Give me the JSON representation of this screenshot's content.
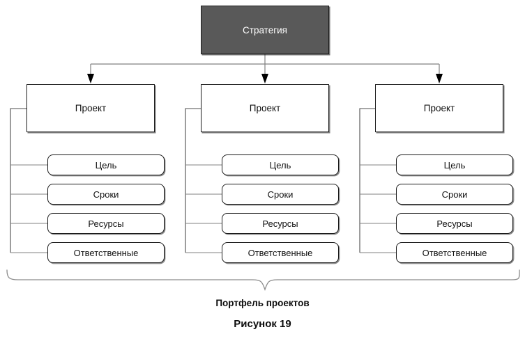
{
  "diagram": {
    "root": {
      "label": "Стратегия"
    },
    "columns": [
      {
        "project_label": "Проект",
        "attributes": [
          {
            "label": "Цель"
          },
          {
            "label": "Сроки"
          },
          {
            "label": "Ресурсы"
          },
          {
            "label": "Ответственные"
          }
        ]
      },
      {
        "project_label": "Проект",
        "attributes": [
          {
            "label": "Цель"
          },
          {
            "label": "Сроки"
          },
          {
            "label": "Ресурсы"
          },
          {
            "label": "Ответственные"
          }
        ]
      },
      {
        "project_label": "Проект",
        "attributes": [
          {
            "label": "Цель"
          },
          {
            "label": "Сроки"
          },
          {
            "label": "Ресурсы"
          },
          {
            "label": "Ответственные"
          }
        ]
      }
    ],
    "brace_label": "Портфель проектов",
    "figure_caption": "Рисунок 19",
    "colors": {
      "root_fill": "#595959",
      "root_text": "#ffffff",
      "node_fill": "#ffffff",
      "node_stroke": "#1a1a1a",
      "connector": "#808080",
      "arrow": "#000000",
      "brace": "#9a9a9a",
      "text": "#0d0d0d",
      "background": "#ffffff"
    }
  }
}
